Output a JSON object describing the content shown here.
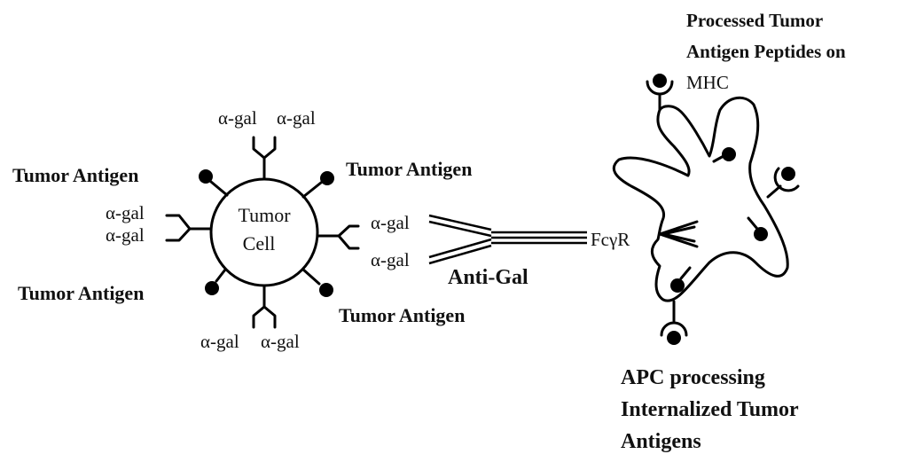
{
  "diagram": {
    "tumor_cell": {
      "label_line1": "Tumor",
      "label_line2": "Cell"
    },
    "labels": {
      "alpha_gal": "α-gal",
      "tumor_antigen": "Tumor Antigen",
      "anti_gal": "Anti-Gal",
      "fc_receptor": "FcγR",
      "mhc_line1": "Processed Tumor",
      "mhc_line2": "Antigen Peptides on",
      "mhc_line3": "MHC",
      "apc_line1": "APC processing",
      "apc_line2": "Internalized Tumor",
      "apc_line3": "Antigens"
    }
  }
}
